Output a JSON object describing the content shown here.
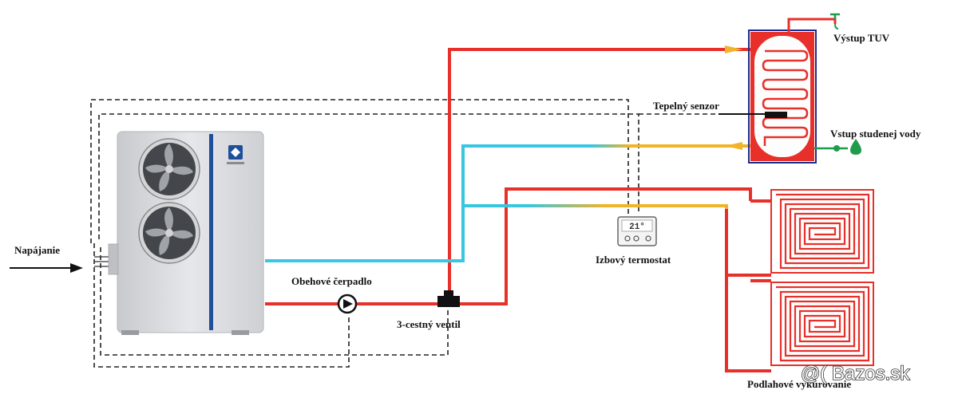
{
  "labels": {
    "power": "Napájanie",
    "pump": "Obehové čerpadlo",
    "valve": "3-cestný ventil",
    "thermostat": "Izbový termostat",
    "sensor": "Tepelný senzor",
    "hot_water_out": "Výstup TUV",
    "cold_water_in": "Vstup studenej vody",
    "floor_heating": "Podlahové vykurovanie"
  },
  "thermostat_display": "21°",
  "watermark": "@( Bazos.sk",
  "colors": {
    "hot_pipe": "#e8302a",
    "cold_pipe": "#38c6e0",
    "transition_pipe": "#f0b429",
    "control_wire": "#222222",
    "unit_body": "#dcdde0",
    "unit_stripe": "#1f4f9a",
    "tank_outline": "#1b2d8c",
    "cold_inlet": "#1e9c4b"
  },
  "icons": [
    "fan-icon",
    "brand-logo-icon",
    "pump-icon",
    "valve-icon",
    "thermostat-icon",
    "faucet-icon",
    "water-drop-icon"
  ]
}
